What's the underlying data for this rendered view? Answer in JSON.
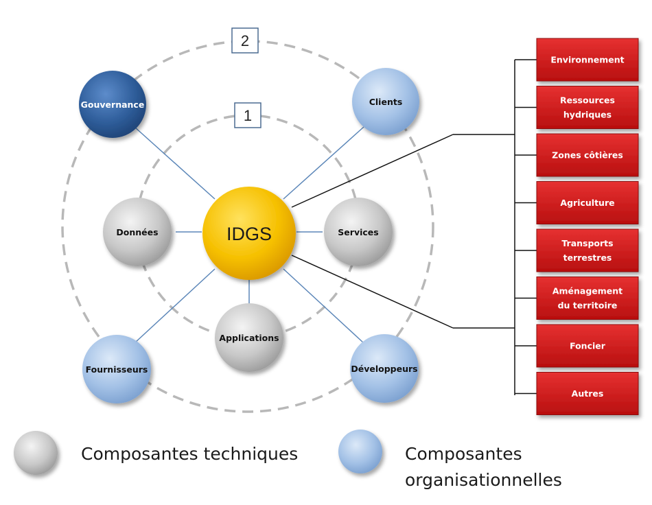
{
  "rings": {
    "inner_label": "1",
    "outer_label": "2"
  },
  "center": {
    "label": "IDGS"
  },
  "technical_nodes": [
    {
      "id": "donnees",
      "label": "Données"
    },
    {
      "id": "services",
      "label": "Services"
    },
    {
      "id": "applications",
      "label": "Applications"
    }
  ],
  "organizational_nodes": [
    {
      "id": "gouvernance",
      "label": "Gouvernance",
      "dark": true
    },
    {
      "id": "clients",
      "label": "Clients",
      "dark": false
    },
    {
      "id": "fournisseurs",
      "label": "Fournisseurs",
      "dark": false
    },
    {
      "id": "developpeurs",
      "label": "Développeurs",
      "dark": false
    }
  ],
  "domains": [
    {
      "lines": [
        "Environnement"
      ]
    },
    {
      "lines": [
        "Ressources",
        "hydriques"
      ]
    },
    {
      "lines": [
        "Zones côtières"
      ]
    },
    {
      "lines": [
        "Agriculture"
      ]
    },
    {
      "lines": [
        "Transports",
        "terrestres"
      ]
    },
    {
      "lines": [
        "Aménagement",
        "du territoire"
      ]
    },
    {
      "lines": [
        "Foncier"
      ]
    },
    {
      "lines": [
        "Autres"
      ]
    }
  ],
  "legend": {
    "technical": "Composantes techniques",
    "organizational_line1": "Composantes",
    "organizational_line2": "organisationnelles"
  },
  "colors": {
    "center": "#f5bf00",
    "technical": "#c4c4c4",
    "organizational": "#9dbde6",
    "organizational_dark": "#2d5d99",
    "domain_box": "#d41d1d",
    "ring": "#b8b8b8",
    "spoke": "#5b86b8"
  }
}
